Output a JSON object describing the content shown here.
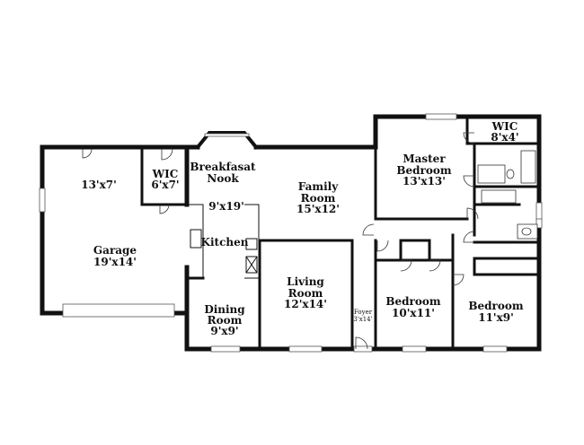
{
  "plan": {
    "rooms": [
      {
        "id": "garage-dim",
        "lines": [
          "13'x7'"
        ]
      },
      {
        "id": "wic-left",
        "lines": [
          "WIC",
          "6'x7'"
        ]
      },
      {
        "id": "breakfast-nook",
        "lines": [
          "Breakfasat",
          "Nook"
        ]
      },
      {
        "id": "breakfast-dim",
        "lines": [
          "9'x19'"
        ]
      },
      {
        "id": "kitchen",
        "lines": [
          "Kitchen"
        ]
      },
      {
        "id": "family-room",
        "lines": [
          "Family",
          "Room",
          "15'x12'"
        ]
      },
      {
        "id": "garage",
        "lines": [
          "Garage",
          "19'x14'"
        ]
      },
      {
        "id": "living-room",
        "lines": [
          "Living",
          "Room",
          "12'x14'"
        ]
      },
      {
        "id": "dining-room",
        "lines": [
          "Dining",
          "Room",
          "9'x9'"
        ]
      },
      {
        "id": "foyer",
        "lines": [
          "Foyer",
          "3'x14'"
        ]
      },
      {
        "id": "master-bedroom",
        "lines": [
          "Master",
          "Bedroom",
          "13'x13'"
        ]
      },
      {
        "id": "wic-master",
        "lines": [
          "WIC",
          "8'x4'"
        ]
      },
      {
        "id": "bedroom-1",
        "lines": [
          "Bedroom",
          "10'x11'"
        ]
      },
      {
        "id": "bedroom-2",
        "lines": [
          "Bedroom",
          "11'x9'"
        ]
      }
    ],
    "colors": {
      "wall": "#111111",
      "background": "#ffffff"
    }
  }
}
